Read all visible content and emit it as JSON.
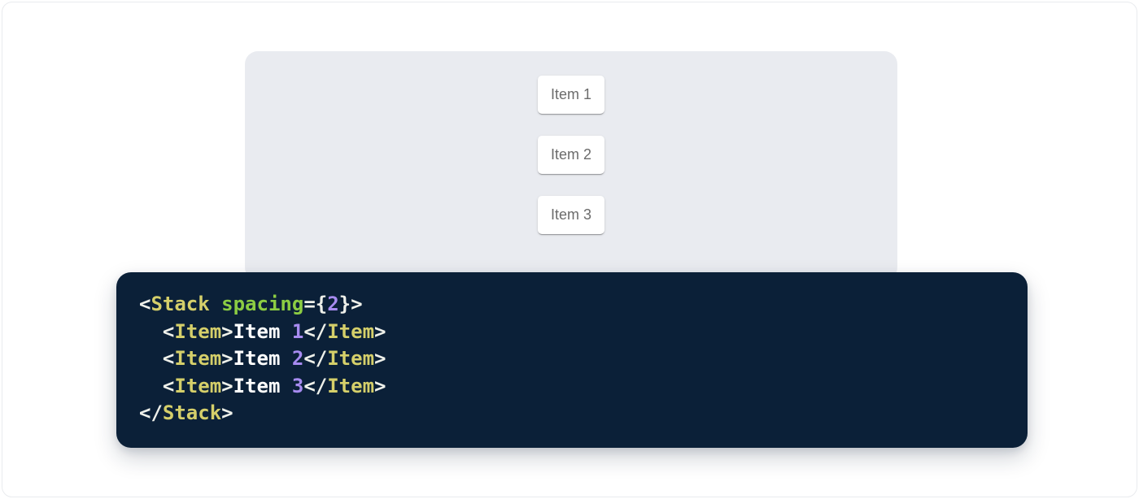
{
  "window": {
    "background": "#ffffff",
    "border_color": "#e9ebee"
  },
  "demo": {
    "panel_bg": "#e9ebf0",
    "item_text_color": "#6b6b6b",
    "items": [
      {
        "label": "Item 1"
      },
      {
        "label": "Item 2"
      },
      {
        "label": "Item 3"
      }
    ]
  },
  "code": {
    "language": "jsx",
    "background": "#0b2038",
    "colors": {
      "punct": "#eef0ea",
      "tag": "#d5cf6a",
      "attr": "#8ccd43",
      "num": "#a78bf0",
      "plain": "#ffffff"
    },
    "lines": [
      [
        [
          "punct",
          "<"
        ],
        [
          "tag",
          "Stack"
        ],
        [
          "plain",
          " "
        ],
        [
          "attr",
          "spacing"
        ],
        [
          "punct",
          "="
        ],
        [
          "punct",
          "{"
        ],
        [
          "num",
          "2"
        ],
        [
          "punct",
          "}"
        ],
        [
          "punct",
          ">"
        ]
      ],
      [
        [
          "plain",
          "  "
        ],
        [
          "punct",
          "<"
        ],
        [
          "tag",
          "Item"
        ],
        [
          "punct",
          ">"
        ],
        [
          "plain",
          "Item "
        ],
        [
          "num",
          "1"
        ],
        [
          "punct",
          "</"
        ],
        [
          "tag",
          "Item"
        ],
        [
          "punct",
          ">"
        ]
      ],
      [
        [
          "plain",
          "  "
        ],
        [
          "punct",
          "<"
        ],
        [
          "tag",
          "Item"
        ],
        [
          "punct",
          ">"
        ],
        [
          "plain",
          "Item "
        ],
        [
          "num",
          "2"
        ],
        [
          "punct",
          "</"
        ],
        [
          "tag",
          "Item"
        ],
        [
          "punct",
          ">"
        ]
      ],
      [
        [
          "plain",
          "  "
        ],
        [
          "punct",
          "<"
        ],
        [
          "tag",
          "Item"
        ],
        [
          "punct",
          ">"
        ],
        [
          "plain",
          "Item "
        ],
        [
          "num",
          "3"
        ],
        [
          "punct",
          "</"
        ],
        [
          "tag",
          "Item"
        ],
        [
          "punct",
          ">"
        ]
      ],
      [
        [
          "punct",
          "</"
        ],
        [
          "tag",
          "Stack"
        ],
        [
          "punct",
          ">"
        ]
      ]
    ]
  }
}
